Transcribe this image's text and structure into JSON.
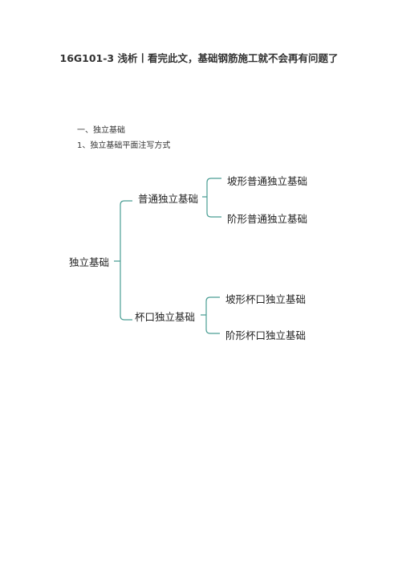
{
  "doc": {
    "title": "16G101-3 浅析丨看完此文，基础钢筋施工就不会再有问题了",
    "section_heading": "一、独立基础",
    "subsection_heading": "1、独立基础平面注写方式"
  },
  "tree": {
    "root": "独立基础",
    "branches": [
      {
        "label": "普通独立基础",
        "children": [
          "坡形普通独立基础",
          "阶形普通独立基础"
        ]
      },
      {
        "label": "杯口独立基础",
        "children": [
          "坡形杯口独立基础",
          "阶形杯口独立基础"
        ]
      }
    ],
    "line_color": "#4a9e94"
  }
}
